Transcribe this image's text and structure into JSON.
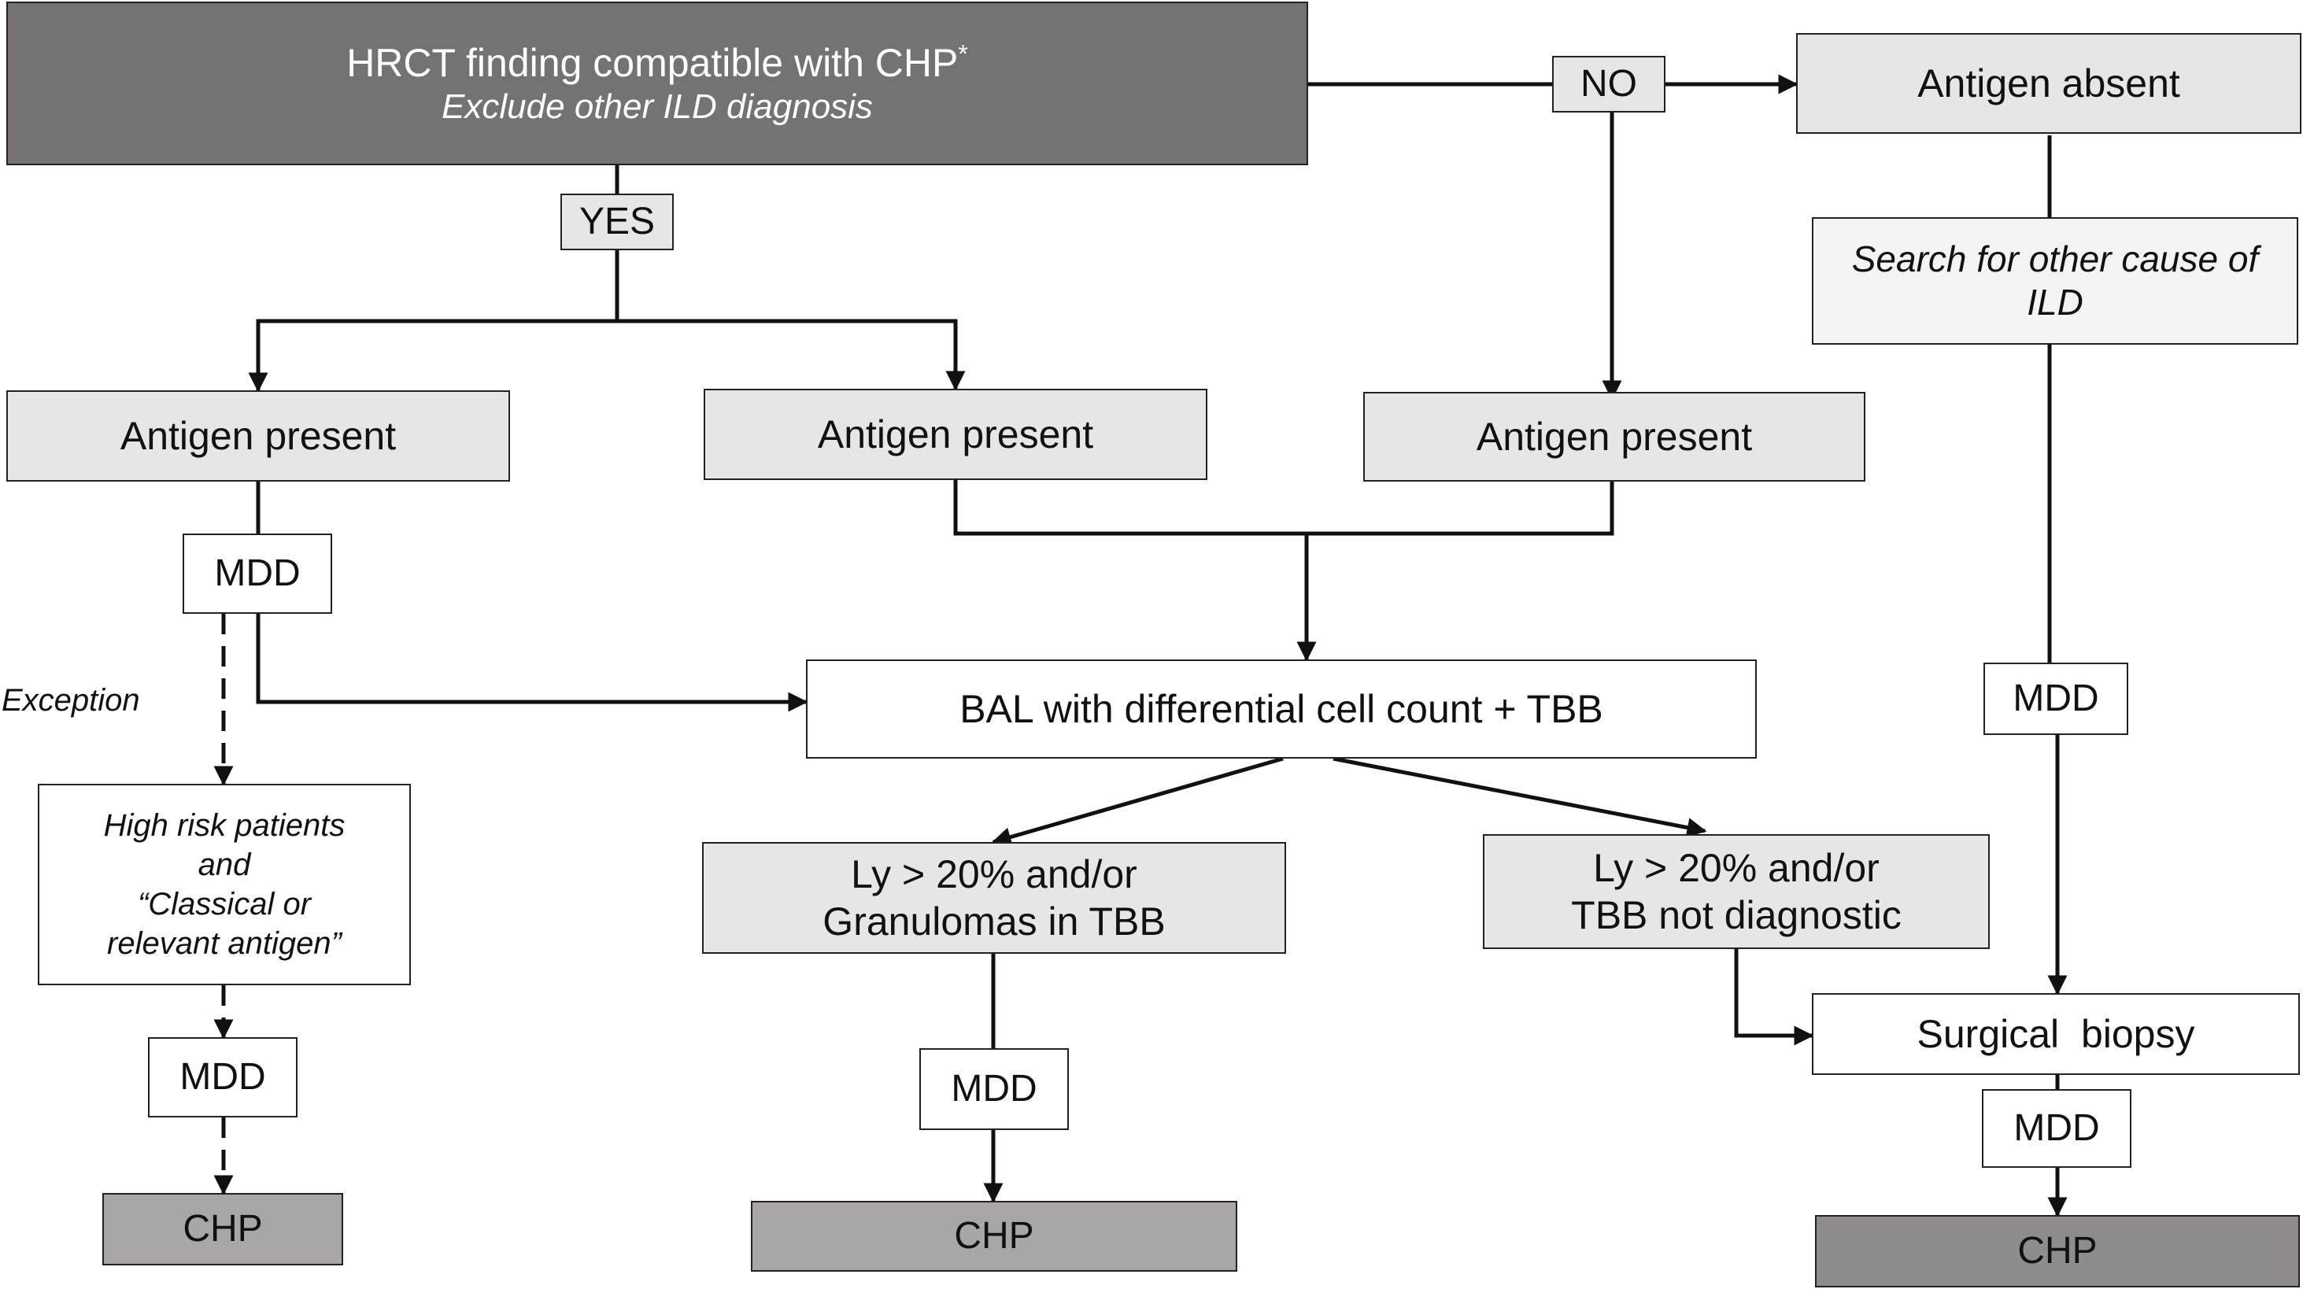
{
  "header": {
    "title": "HRCT finding compatible with CHP",
    "title_mark": "*",
    "subtitle": "Exclude other ILD diagnosis"
  },
  "decisions": {
    "yes": "YES",
    "no": "NO"
  },
  "antigen": {
    "present_left": "Antigen present",
    "present_middle": "Antigen present",
    "present_right": "Antigen present",
    "absent": "Antigen absent"
  },
  "search_other": "Search for other cause of ILD",
  "mdd": {
    "left_top": "MDD",
    "left_bottom": "MDD",
    "middle": "MDD",
    "right_mid": "MDD",
    "right_bottom": "MDD"
  },
  "exception_label": "Exception",
  "high_risk": {
    "line1": "High risk patients",
    "line2": "and",
    "line3": "“Classical or",
    "line4": "relevant antigen”"
  },
  "bal": "BAL with differential cell count + TBB",
  "outcome_left": {
    "line1": "Ly > 20% and/or",
    "line2": "Granulomas in TBB"
  },
  "outcome_right": {
    "line1": "Ly > 20% and/or",
    "line2": "TBB not diagnostic"
  },
  "surgical_biopsy": "Surgical  biopsy",
  "chp": {
    "left": "CHP",
    "middle": "CHP",
    "right": "CHP"
  },
  "colors": {
    "header_fill": "#767271",
    "box_fill": "#e6e6e6",
    "terminal_fill": "#a9a6a5",
    "line": "#111111"
  }
}
